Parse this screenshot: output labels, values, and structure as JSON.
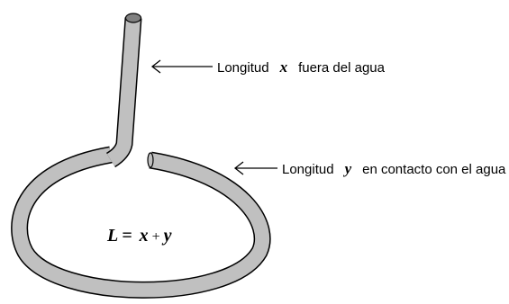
{
  "colors": {
    "tube_fill": "#c0c0c0",
    "tube_outline": "#000000",
    "tube_cap": "#808080"
  },
  "labels": {
    "top": {
      "prefix": "Longitud",
      "variable": "x",
      "suffix": "fuera del agua"
    },
    "right": {
      "prefix": "Longitud",
      "variable": "y",
      "suffix": "en contacto con el agua"
    }
  },
  "formula": {
    "lhs": "L",
    "equals": "=",
    "x": "x",
    "plus": "+",
    "y": "y"
  }
}
